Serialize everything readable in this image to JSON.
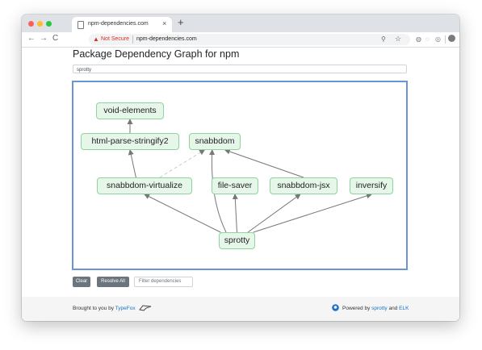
{
  "browser": {
    "tab_title": "npm-dependencies.com",
    "tab_close": "×",
    "new_tab": "+",
    "back": "←",
    "forward": "→",
    "reload": "C",
    "warning_icon": "▲",
    "security_label": "Not Secure",
    "url": "npm-dependencies.com",
    "toolbar_icons": [
      "zoom-icon",
      "star-icon",
      "extension-icon",
      "extension-icon-2",
      "extension-icon-3",
      "profile-icon",
      "menu-icon"
    ]
  },
  "page": {
    "title": "Package Dependency Graph for npm",
    "search_value": "sprotty"
  },
  "graph": {
    "nodes": [
      {
        "id": "void-elements",
        "label": "void-elements"
      },
      {
        "id": "html-parse-stringify2",
        "label": "html-parse-stringify2"
      },
      {
        "id": "snabbdom",
        "label": "snabbdom"
      },
      {
        "id": "snabbdom-virtualize",
        "label": "snabbdom-virtualize"
      },
      {
        "id": "file-saver",
        "label": "file-saver"
      },
      {
        "id": "snabbdom-jsx",
        "label": "snabbdom-jsx"
      },
      {
        "id": "inversify",
        "label": "inversify"
      },
      {
        "id": "sprotty",
        "label": "sprotty"
      }
    ],
    "edges": [
      {
        "from": "html-parse-stringify2",
        "to": "void-elements",
        "style": "solid"
      },
      {
        "from": "snabbdom-virtualize",
        "to": "html-parse-stringify2",
        "style": "solid"
      },
      {
        "from": "snabbdom-virtualize",
        "to": "snabbdom",
        "style": "dashed"
      },
      {
        "from": "snabbdom-jsx",
        "to": "snabbdom",
        "style": "solid"
      },
      {
        "from": "sprotty",
        "to": "snabbdom-virtualize",
        "style": "solid"
      },
      {
        "from": "sprotty",
        "to": "snabbdom",
        "style": "solid"
      },
      {
        "from": "sprotty",
        "to": "file-saver",
        "style": "solid"
      },
      {
        "from": "sprotty",
        "to": "snabbdom-jsx",
        "style": "solid"
      },
      {
        "from": "sprotty",
        "to": "inversify",
        "style": "solid"
      }
    ]
  },
  "controls": {
    "clear_label": "Clear",
    "resolve_all_label": "Resolve All",
    "filter_placeholder": "Filter dependencies"
  },
  "footer": {
    "brought_prefix": "Brought to you by",
    "brand": "TypeFox",
    "powered_prefix": "Powered by",
    "sprotty_link": "sprotty",
    "and": "and",
    "elk_link": "ELK"
  },
  "colors": {
    "node_fill": "#e6f7ea",
    "node_border": "#8fd49c",
    "graph_border": "#6a93d8",
    "button": "#6c757d",
    "link": "#1a73c8"
  }
}
